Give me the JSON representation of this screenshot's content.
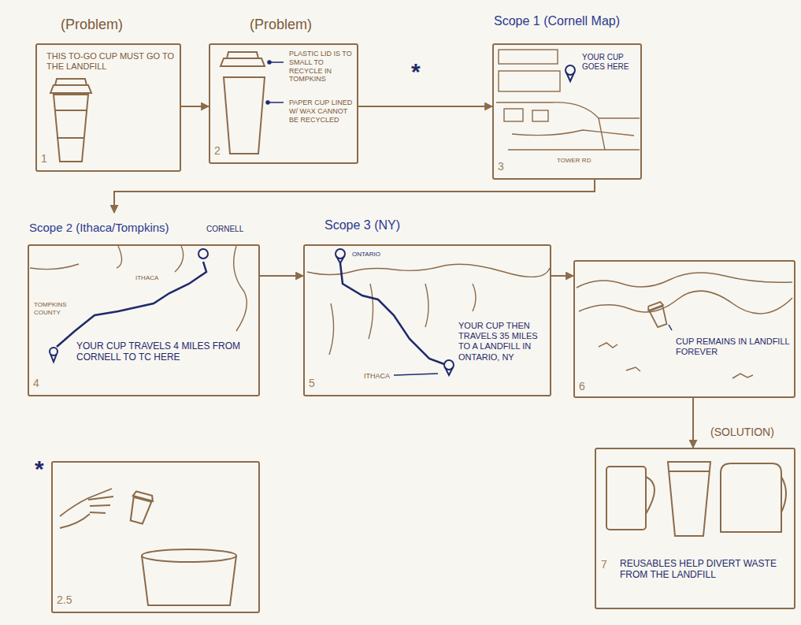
{
  "diagram": {
    "nodes": [
      {
        "text": [
          "(Problem)",
          "THIS TO-GO CUP MUST GO TO THE LANDFILL",
          "1"
        ]
      },
      {
        "text": [
          "(Problem)",
          "PLASTIC LID IS TO SMALL TO RECYCLE IN TOMPKINS",
          "PAPER CUP LINED W/ WAX CANNOT BE RECYCLED",
          "2"
        ]
      },
      {
        "text": [
          "Scope 1 (Cornell Map)",
          "YOUR CUP GOES HERE",
          "TOWER RD",
          "3"
        ]
      },
      {
        "text": [
          "Scope 2 (Ithaca/Tompkins)",
          "CORNELL",
          "ITHACA",
          "TOMPKINS COUNTY",
          "YOUR CUP TRAVELS 4 MILES FROM CORNELL TO TC HERE",
          "4"
        ]
      },
      {
        "text": [
          "Scope 3 (NY)",
          "ONTARIO",
          "ITHACA",
          "YOUR CUP THEN TRAVELS 35 MILES TO A LANDFILL IN ONTARIO, NY",
          "5"
        ]
      },
      {
        "text": [
          "CUP REMAINS IN LANDFILL FOREVER",
          "6"
        ]
      },
      {
        "text": [
          "2.5"
        ]
      },
      {
        "text": [
          "(SOLUTION)",
          "REUSABLES HELP DIVERT WASTE FROM THE LANDFILL",
          "7"
        ]
      }
    ],
    "edges": [
      {
        "from": 0,
        "to": 1,
        "arrow": "to"
      },
      {
        "from": 1,
        "to": 2,
        "arrow": "to"
      },
      {
        "from": 2,
        "to": 3,
        "arrow": "to"
      },
      {
        "from": 3,
        "to": 4,
        "arrow": "to"
      },
      {
        "from": 4,
        "to": 5,
        "arrow": "to"
      },
      {
        "from": 5,
        "to": 7,
        "arrow": "to"
      }
    ],
    "labels": [
      "*",
      "*"
    ]
  }
}
